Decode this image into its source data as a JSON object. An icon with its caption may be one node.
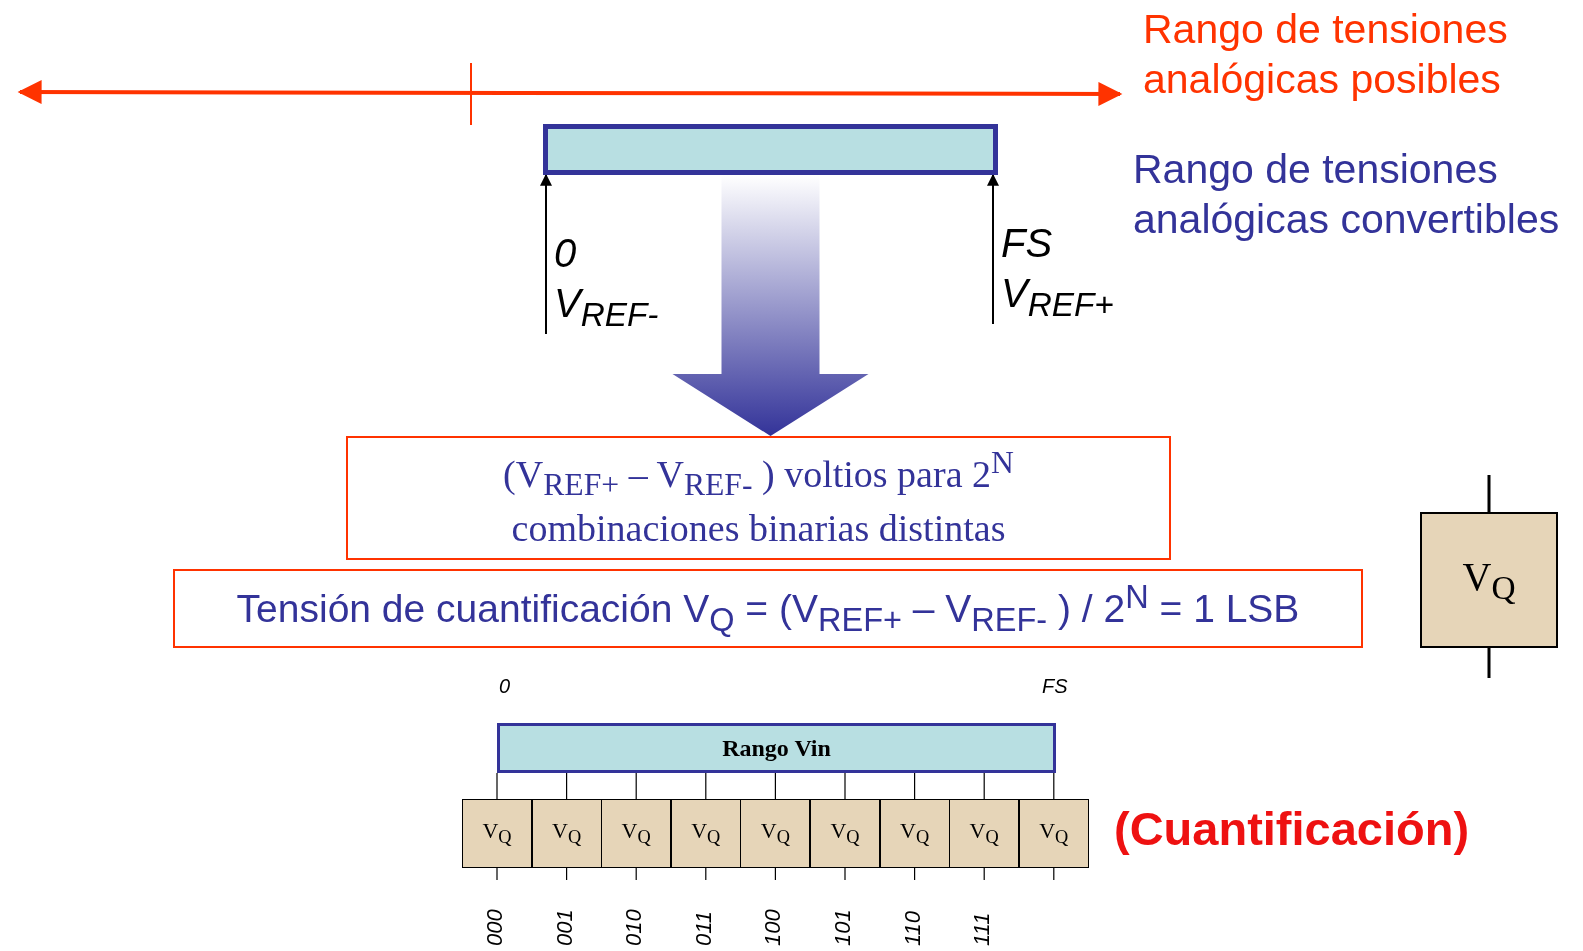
{
  "diagram": {
    "nodes": [
      {
        "text": [],
        "shape": "box"
      },
      {
        "text": [
          "(V$_{REF+}$ – V$_{REF-}$ ) voltios para 2$^{N}$ combinaciones binarias distintas"
        ]
      },
      {
        "text": [
          "Tensión de cuantificación V$_{Q}$ = (V$_{REF+}$ – V$_{REF-}$ ) / 2$^{N}$ = 1 LSB"
        ]
      },
      {
        "text": [
          "V$_{Q}$"
        ]
      },
      {
        "text": [
          "Rango Vin"
        ]
      },
      {
        "text": [
          "V$_{Q}$"
        ]
      },
      {
        "text": [
          "V$_{Q}$"
        ]
      },
      {
        "text": [
          "V$_{Q}$"
        ]
      },
      {
        "text": [
          "V$_{Q}$"
        ]
      },
      {
        "text": [
          "V$_{Q}$"
        ]
      },
      {
        "text": [
          "V$_{Q}$"
        ]
      },
      {
        "text": [
          "V$_{Q}$"
        ]
      },
      {
        "text": [
          "V$_{Q}$"
        ]
      },
      {
        "text": [
          "V$_{Q}$"
        ]
      },
      {
        "text": [
          "0",
          "V$_{REF-}$"
        ]
      },
      {
        "text": [
          "FS",
          "V$_{REF+}$"
        ]
      }
    ],
    "edges": [
      {
        "from": 0,
        "to": 1,
        "arrow": "to",
        "style": "thick",
        "color": "#333399"
      },
      {
        "from": 4,
        "to": 5,
        "arrow": "none"
      },
      {
        "from": 4,
        "to": 6,
        "arrow": "none"
      },
      {
        "from": 4,
        "to": 7,
        "arrow": "none"
      },
      {
        "from": 4,
        "to": 8,
        "arrow": "none"
      },
      {
        "from": 4,
        "to": 9,
        "arrow": "none"
      },
      {
        "from": 4,
        "to": 10,
        "arrow": "none"
      },
      {
        "from": 4,
        "to": 11,
        "arrow": "none"
      },
      {
        "from": 4,
        "to": 12,
        "arrow": "none"
      },
      {
        "from": 4,
        "to": 13,
        "arrow": "none"
      },
      {
        "from": 14,
        "to": 0,
        "arrow": "to"
      },
      {
        "from": 15,
        "to": 0,
        "arrow": "to"
      }
    ],
    "labels": [
      "Rango de tensiones analógicas posibles",
      "Rango de tensiones analógicas convertibles",
      "0",
      "FS",
      "(Cuantificación)",
      "000",
      "001",
      "010",
      "011",
      "100",
      "101",
      "110",
      "111"
    ]
  }
}
